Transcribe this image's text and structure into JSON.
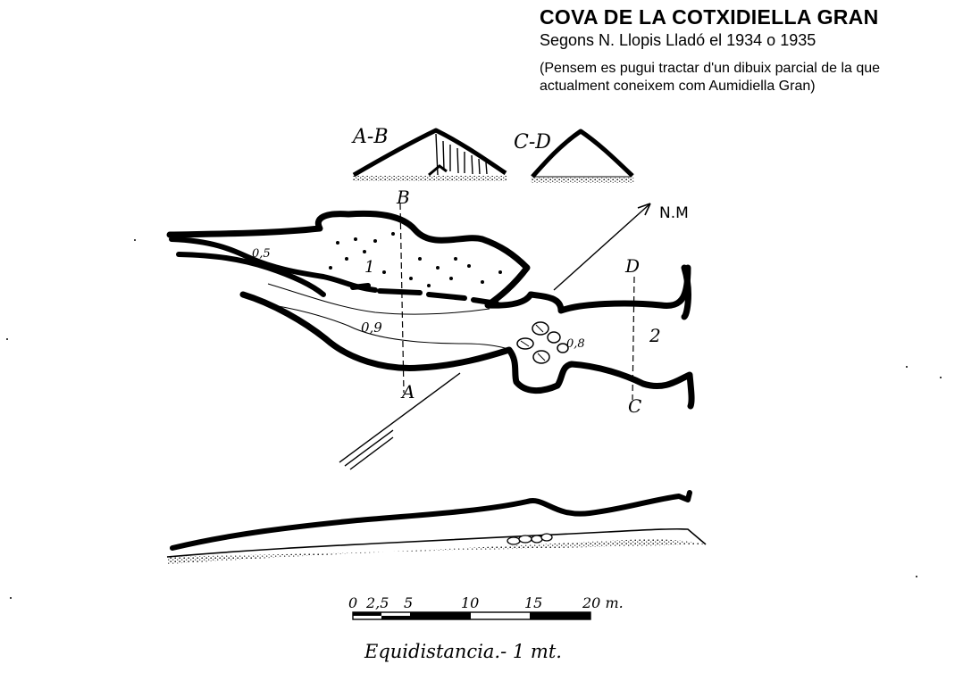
{
  "header": {
    "title": "COVA DE LA COTXIDIELLA GRAN",
    "subtitle": "Segons N. Llopis Lladó el 1934 o 1935",
    "note_line1": "(Pensem es pugui tractar d'un dibuix parcial de la que",
    "note_line2": "actualment coneixem com Aumidiella Gran)"
  },
  "sections": {
    "ab_label": "A-B",
    "cd_label": "C-D"
  },
  "plan": {
    "marker_a": "A",
    "marker_b": "B",
    "marker_c": "C",
    "marker_d": "D",
    "north": "N.M",
    "room1": "1",
    "room2": "2",
    "depth_a": "0,5",
    "depth_b": "0,9",
    "depth_c": "0,8"
  },
  "scale": {
    "ticks": [
      "0",
      "2,5",
      "5",
      "10",
      "15",
      "20 m."
    ],
    "equidistance": "Equidistancia.- 1 mt."
  },
  "colors": {
    "ink": "#000000",
    "paper": "#ffffff"
  }
}
